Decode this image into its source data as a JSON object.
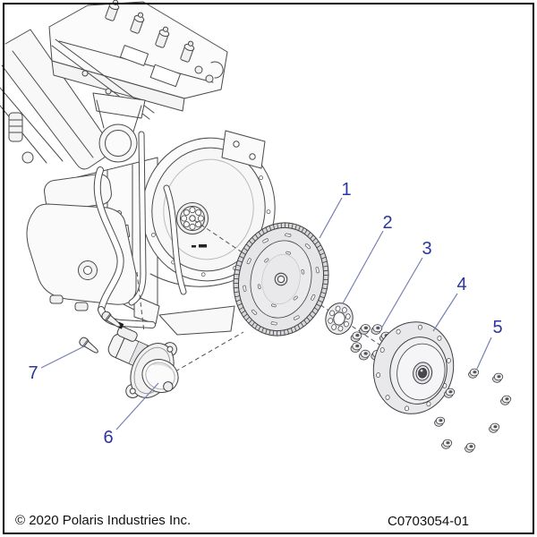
{
  "page": {
    "copyright": "© 2020 Polaris Industries Inc.",
    "drawing_number": "C0703054-01",
    "callouts": [
      "1",
      "2",
      "3",
      "4",
      "5",
      "6",
      "7"
    ],
    "colors": {
      "callout_text": "#2b34a0",
      "leader_line": "#767fb2",
      "line_art": "#4a4a4a",
      "background": "#ffffff",
      "border": "#000000"
    }
  }
}
